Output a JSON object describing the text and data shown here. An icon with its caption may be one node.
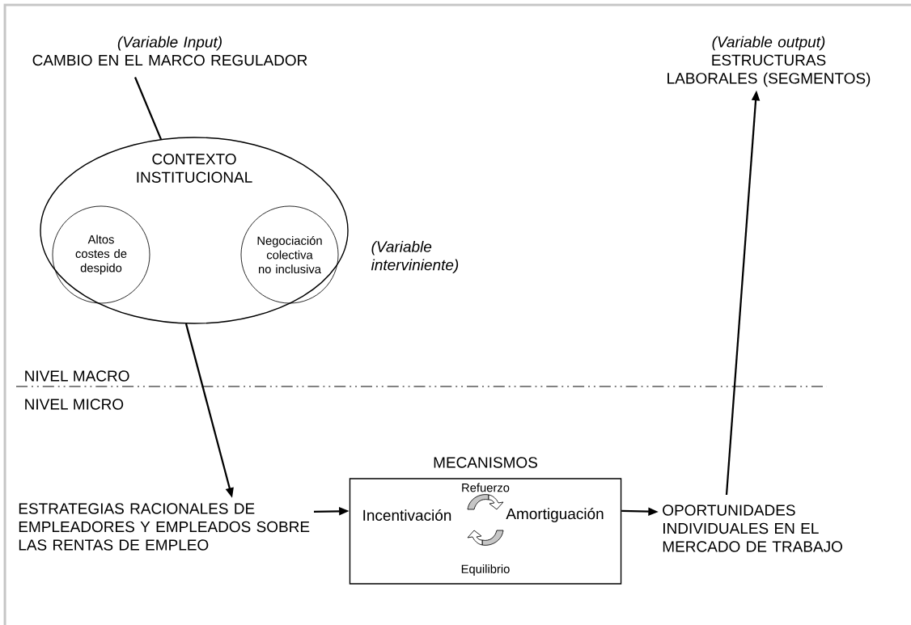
{
  "diagram": {
    "nodes": [
      {
        "text": [
          "(Variable Input)",
          "CAMBIO EN EL MARCO REGULADOR"
        ]
      },
      {
        "text": [
          "CONTEXTO INSTITUCIONAL"
        ],
        "beside": [
          "(Variable interviniente)"
        ]
      },
      {
        "text": [
          "Altos costes de despido"
        ],
        "in": 1
      },
      {
        "text": [
          "Negociación colectiva no inclusiva"
        ],
        "in": 1
      },
      {
        "text": [
          "ESTRATEGIAS RACIONALES DE EMPLEADORES Y EMPLEADOS SOBRE LAS RENTAS DE EMPLEO"
        ]
      },
      {
        "text": [
          "MECANISMOS"
        ]
      },
      {
        "text": [
          "Incentivación"
        ],
        "in": 5
      },
      {
        "text": [
          "Amortiguación"
        ],
        "in": 5
      },
      {
        "text": [
          "OPORTUNIDADES INDIVIDUALES EN EL MERCADO DE TRABAJO"
        ]
      },
      {
        "text": [
          "(Variable output)",
          "ESTRUCTURAS LABORALES (SEGMENTOS)"
        ]
      }
    ],
    "edges": [
      {
        "from": 0,
        "to": 1,
        "arrow": "none"
      },
      {
        "from": 1,
        "to": 4,
        "arrow": "to"
      },
      {
        "from": 4,
        "to": 5,
        "arrow": "to"
      },
      {
        "from": 5,
        "to": 8,
        "arrow": "to"
      },
      {
        "from": 8,
        "to": 9,
        "arrow": "to"
      }
    ],
    "labels": [
      "NIVEL MACRO",
      "NIVEL MICRO",
      "Refuerzo",
      "Equilibrio"
    ]
  }
}
